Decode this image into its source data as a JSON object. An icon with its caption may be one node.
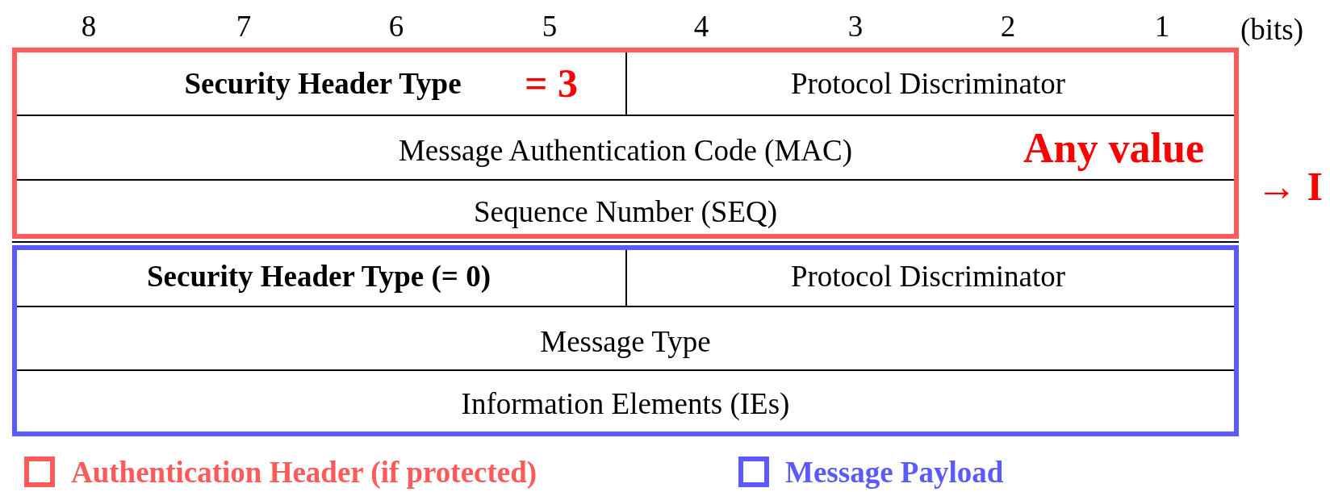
{
  "diagram": {
    "labels": [
      "8",
      "7",
      "6",
      "5",
      "4",
      "3",
      "2",
      "1",
      "(bits)",
      "Security Header Type",
      "= 3",
      "Protocol Discriminator",
      "Message Authentication Code (MAC)",
      "Any value",
      "→ I",
      "Sequence Number (SEQ)",
      "Security Header Type (= 0)",
      "Protocol Discriminator",
      "Message Type",
      "Information Elements (IEs)"
    ],
    "legend": [
      {
        "text": "Authentication Header (if protected)",
        "color": "#ff5a5a"
      },
      {
        "text": "Message Payload",
        "color": "#5a5aff"
      }
    ]
  }
}
